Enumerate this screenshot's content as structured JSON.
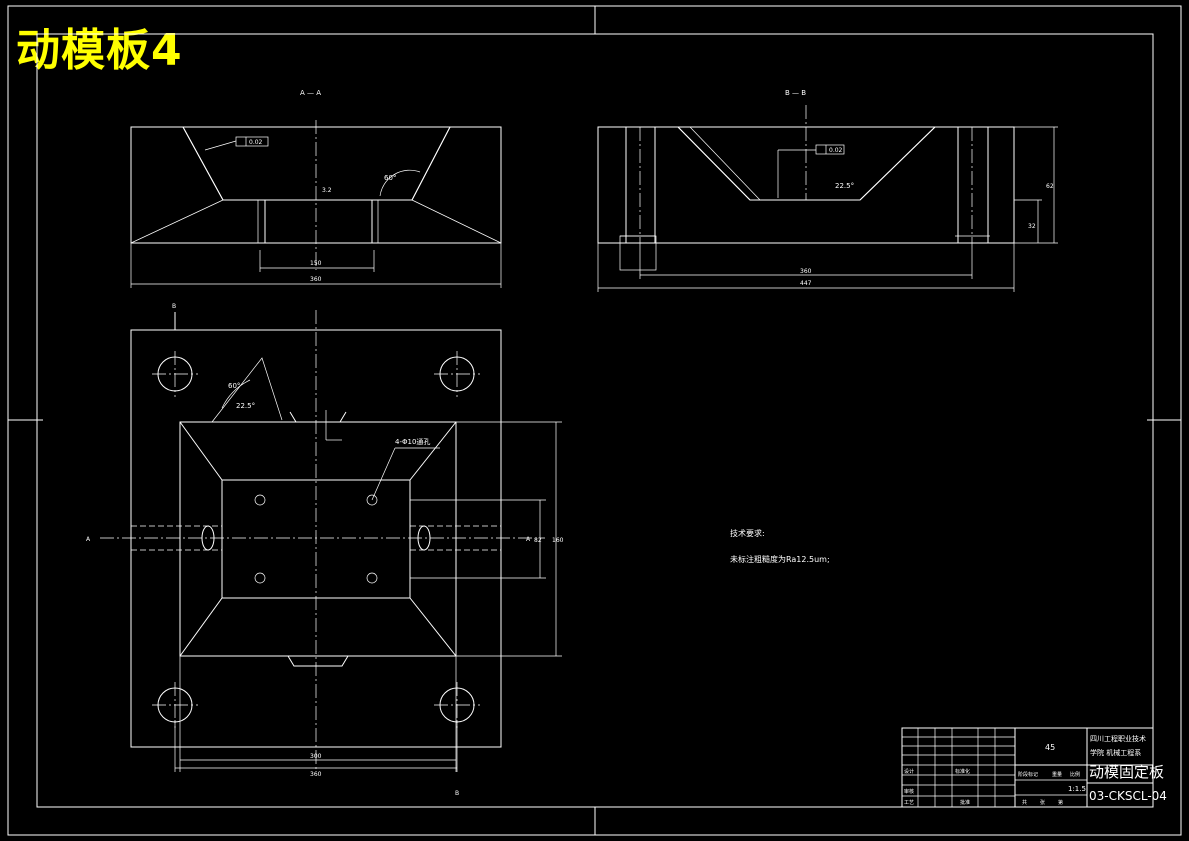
{
  "title": "动模板4",
  "views": {
    "section_a_label": "A — A",
    "section_b_label": "B — B",
    "cut_label_a": "A",
    "cut_label_b": "B"
  },
  "notes": {
    "heading": "技术要求:",
    "line1": "未标注粗糙度为Ra12.5um;"
  },
  "dims": {
    "sec_a_inner": "150",
    "sec_a_total": "360",
    "sec_b_inner": "360",
    "sec_b_total": "447",
    "sec_b_height": "62",
    "sec_b_small": "32",
    "plan_inner": "300",
    "plan_total": "360",
    "plan_v1": "82",
    "plan_v2": "160",
    "hole_note": "4-Φ10通孔",
    "roughness": "3.2",
    "angle1": "60°",
    "angle2": "22.5°",
    "tol_box": "0.02"
  },
  "title_block": {
    "material": "45",
    "company_line1": "四川工程职业技术",
    "company_line2": "学院 机械工程系",
    "part_name": "动模固定板",
    "drawing_no": "03-CKSCL-04",
    "scale": "1:1.5",
    "labels": {
      "stage": "阶段标记",
      "weight": "重量",
      "ratio": "比例",
      "design": "设计",
      "check": "审核",
      "craft": "工艺",
      "standard": "标准化",
      "approve": "批准",
      "sheet_total": "共",
      "sheet": "张",
      "sheet_no": "第"
    }
  }
}
